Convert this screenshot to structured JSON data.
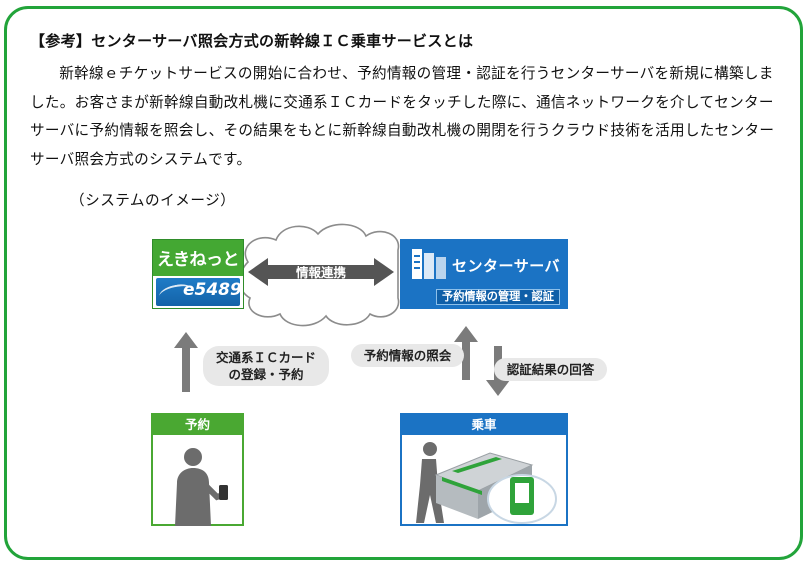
{
  "heading": "【参考】センターサーバ照会方式の新幹線ＩＣ乗車サービスとは",
  "paragraph": "新幹線ｅチケットサービスの開始に合わせ、予約情報の管理・認証を行うセンターサーバを新規に構築しました。お客さまが新幹線自動改札機に交通系ＩＣカードをタッチした際に、通信ネットワークを介してセンターサーバに予約情報を照会し、その結果をもとに新幹線自動改札機の開閉を行うクラウド技術を活用したセンターサーバ照会方式のシステムです。",
  "subtitle": "（システムのイメージ）",
  "ekinet": {
    "name": "えきねっと",
    "number": "e5489"
  },
  "server": {
    "title": "センターサーバ",
    "role": "予約情報の管理・認証"
  },
  "link_label": "情報連携",
  "steps": {
    "registration_line1": "交通系ＩＣカード",
    "registration_line2": "の登録・予約",
    "inquiry": "予約情報の照会",
    "answer": "認証結果の回答"
  },
  "panels": {
    "reservation": "予約",
    "boarding": "乗車"
  },
  "colors": {
    "frame": "#22a43a",
    "green": "#44a833",
    "blue": "#1b73c4",
    "arrow": "#7b7b7b",
    "pill": "#e8e8e8"
  }
}
